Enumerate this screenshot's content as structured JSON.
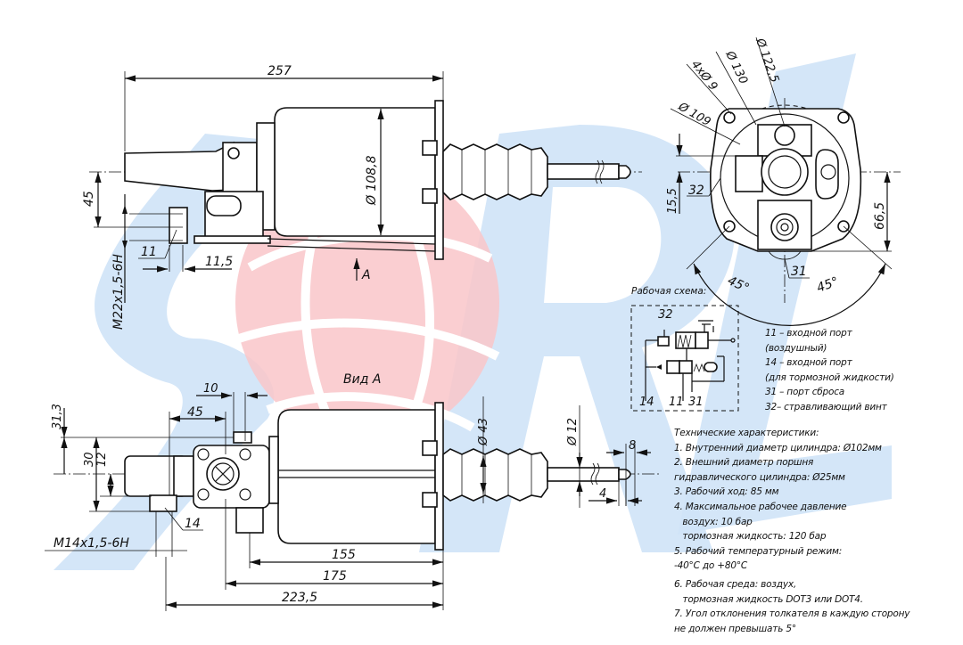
{
  "watermark": {
    "letters": "SORL",
    "blue": "#cfe3f7",
    "red": "#f9c5c9"
  },
  "colors": {
    "ink": "#111111",
    "background": "#ffffff"
  },
  "side_view": {
    "dims": {
      "overall_length": "257",
      "cylinder_diameter": "Ø 108,8",
      "port_offset": "45",
      "port_label": "11",
      "port_depth": "11,5",
      "thread": "M22x1,5-6H",
      "view_arrow": "A"
    }
  },
  "end_view": {
    "dims": {
      "d_122_5": "Ø 122,5",
      "d_130": "Ø 130",
      "holes": "4xØ 9",
      "d_109": "Ø 109",
      "offset_15_5": "15,5",
      "height_66_5": "66,5",
      "label_32": "32",
      "label_31": "31",
      "angle_left": "45°",
      "angle_right": "45°"
    }
  },
  "view_a": {
    "title": "Вид А",
    "dims": {
      "d10": "10",
      "d45": "45",
      "d31_3": "31,3",
      "d30": "30",
      "d12": "12",
      "port_label": "14",
      "thread": "M14x1,5-6H",
      "boot_diameter": "Ø 43",
      "rod_diameter": "Ø 12",
      "tip_len": "8",
      "tip_neck": "4",
      "len155": "155",
      "len175": "175",
      "len223_5": "223,5"
    }
  },
  "scheme": {
    "title": "Рабочая схема:",
    "labels": {
      "p32": "32",
      "p14": "14",
      "p11": "11",
      "p31": "31"
    },
    "legend": [
      "11 – входной порт",
      "(воздушный)",
      "14 – входной порт",
      "(для тормозной жидкости)",
      "31 – порт сброса",
      "32– стравливающий винт"
    ]
  },
  "specs": {
    "title": "Технические характеристики:",
    "lines": [
      "1. Внутренний диаметр цилиндра: Ø102мм",
      "2. Внешний диаметр поршня",
      "гидравлического цилиндра: Ø25мм",
      "3. Рабочий ход: 85 мм",
      "4. Максимальное рабочее давление",
      "   воздух: 10 бар",
      "   тормозная жидкость: 120 бар",
      "5. Рабочий температурный режим:",
      "-40°С до +80°С",
      "6. Рабочая среда: воздух,",
      "   тормозная жидкость DOT3 или DOT4.",
      "7. Угол отклонения толкателя в каждую сторону",
      "не должен превышать 5°"
    ]
  }
}
